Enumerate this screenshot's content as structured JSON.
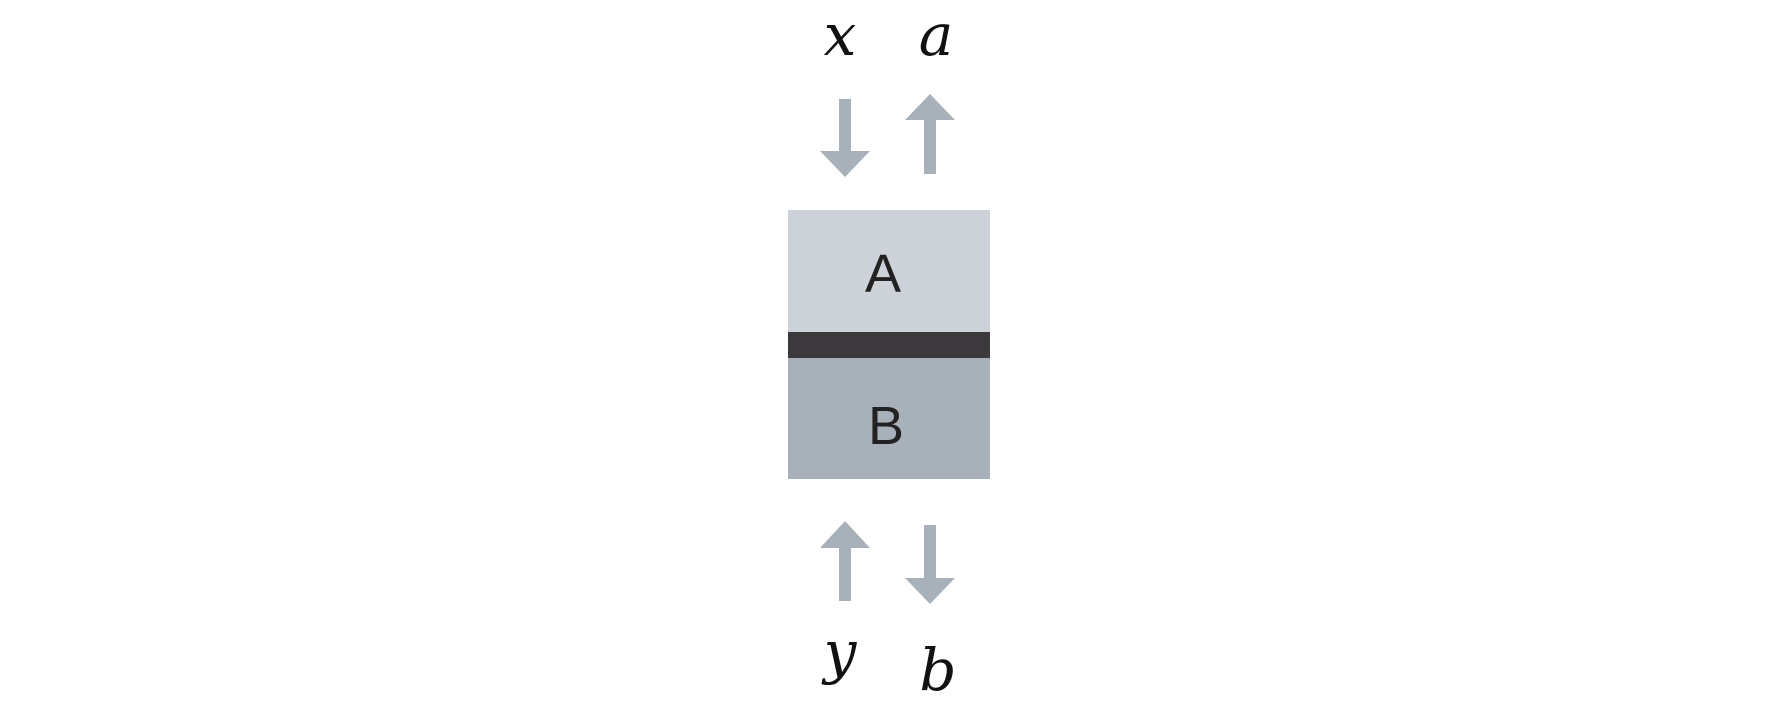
{
  "labels": {
    "x": "x",
    "a": "a",
    "y": "y",
    "b": "b"
  },
  "boxes": {
    "top": {
      "label": "A",
      "color": "#cdd2d8"
    },
    "divider": {
      "color": "#3b393b"
    },
    "bottom": {
      "label": "B",
      "color": "#a8b1b9"
    }
  },
  "arrows": {
    "color": "#a8b1b9",
    "top_left": "down",
    "top_right": "up",
    "bottom_left": "up",
    "bottom_right": "down"
  }
}
